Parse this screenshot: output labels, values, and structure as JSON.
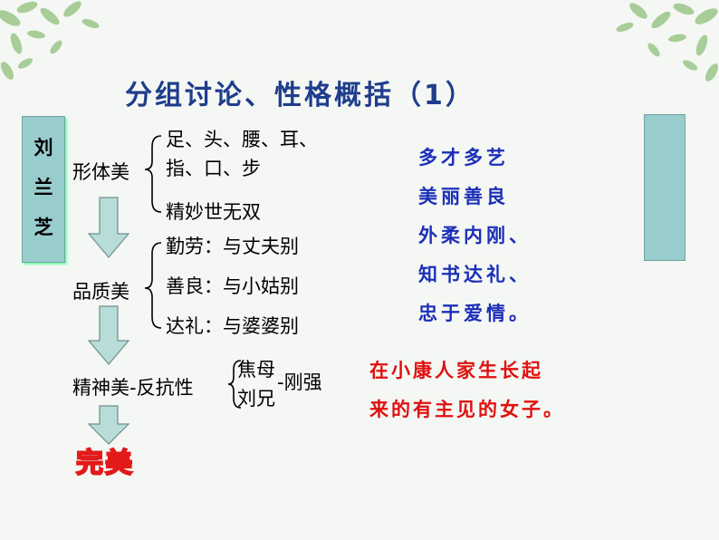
{
  "title": "分组讨论、性格概括（1）",
  "character_name": [
    "刘",
    "兰",
    "芝"
  ],
  "aspects": {
    "body": {
      "label": "形体美",
      "items": [
        "足、头、腰、耳、",
        "指、口、步",
        "精妙世无双"
      ]
    },
    "quality": {
      "label": "品质美",
      "items": [
        "勤劳：与丈夫别",
        "善良：与小姑别",
        "达礼：与婆婆别"
      ]
    },
    "spirit": {
      "label": "精神美-反抗性",
      "items": [
        "焦母",
        "-刚强",
        "刘兄"
      ]
    },
    "result": "完美"
  },
  "summary_blue": [
    "多才多艺",
    "美丽善良",
    "外柔内刚、",
    "知书达礼、",
    "忠于爱情。"
  ],
  "summary_red": [
    "在小康人家生长起",
    "来的有主见的女子。"
  ],
  "colors": {
    "title": "#1f3d8c",
    "blue_text": "#1c2fb8",
    "red_text": "#e01010",
    "box_fill": "#99cccc",
    "arrow_fill": "#b8dcd8"
  }
}
